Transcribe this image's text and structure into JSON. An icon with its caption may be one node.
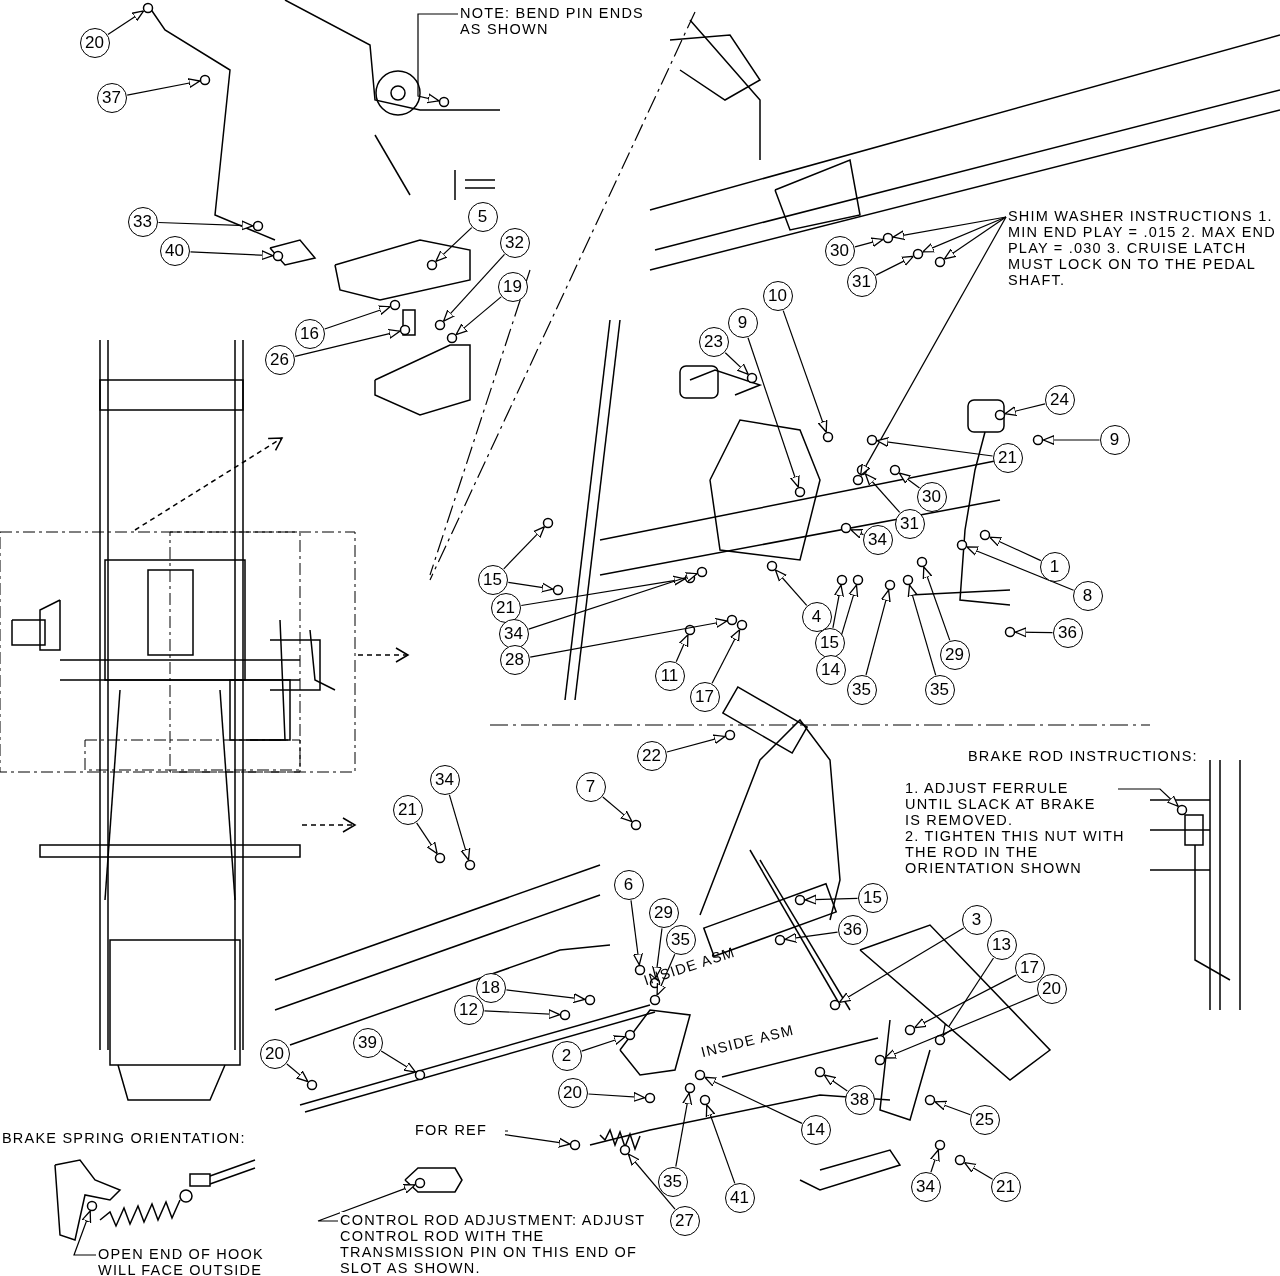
{
  "diagram": {
    "nodes": [
      {
        "text": [
          "NOTE: BEND PIN ENDS AS SHOWN"
        ]
      },
      {
        "text": [
          "20"
        ]
      },
      {
        "text": [
          "37"
        ]
      },
      {
        "text": [
          "33"
        ]
      },
      {
        "text": [
          "40"
        ]
      },
      {
        "text": [
          "5"
        ]
      },
      {
        "text": [
          "32"
        ]
      },
      {
        "text": [
          "19"
        ]
      },
      {
        "text": [
          "16"
        ]
      },
      {
        "text": [
          "26"
        ]
      },
      {
        "text": [
          "SHIM WASHER INSTRUCTIONS 1. MIN END PLAY = .015 2. MAX END PLAY = .030 3. CRUISE LATCH MUST LOCK ON TO THE PEDAL SHAFT."
        ]
      },
      {
        "text": [
          "30"
        ]
      },
      {
        "text": [
          "31"
        ]
      },
      {
        "text": [
          "10"
        ]
      },
      {
        "text": [
          "9"
        ]
      },
      {
        "text": [
          "23"
        ]
      },
      {
        "text": [
          "24"
        ]
      },
      {
        "text": [
          "9"
        ]
      },
      {
        "text": [
          "21"
        ]
      },
      {
        "text": [
          "30"
        ]
      },
      {
        "text": [
          "31"
        ]
      },
      {
        "text": [
          "34"
        ]
      },
      {
        "text": [
          "1"
        ]
      },
      {
        "text": [
          "8"
        ]
      },
      {
        "text": [
          "15"
        ]
      },
      {
        "text": [
          "21"
        ]
      },
      {
        "text": [
          "4"
        ]
      },
      {
        "text": [
          "34"
        ]
      },
      {
        "text": [
          "36"
        ]
      },
      {
        "text": [
          "15"
        ]
      },
      {
        "text": [
          "29"
        ]
      },
      {
        "text": [
          "28"
        ]
      },
      {
        "text": [
          "14"
        ]
      },
      {
        "text": [
          "11"
        ]
      },
      {
        "text": [
          "35"
        ]
      },
      {
        "text": [
          "35"
        ]
      },
      {
        "text": [
          "17"
        ]
      },
      {
        "text": [
          "22"
        ]
      },
      {
        "text": [
          "1. ADJUST FERRULE UNTIL SLACK AT BRAKE IS REMOVED."
        ]
      },
      {
        "text": [
          "34"
        ]
      },
      {
        "text": [
          "7"
        ]
      },
      {
        "text": [
          "21"
        ]
      },
      {
        "text": [
          "6"
        ]
      },
      {
        "text": [
          "15"
        ]
      },
      {
        "text": [
          "29"
        ]
      },
      {
        "text": [
          "3"
        ]
      },
      {
        "text": [
          "36"
        ]
      },
      {
        "text": [
          "35"
        ]
      },
      {
        "text": [
          "13"
        ]
      },
      {
        "text": [
          "17"
        ]
      },
      {
        "text": [
          "18"
        ]
      },
      {
        "text": [
          "20"
        ]
      },
      {
        "text": [
          "12"
        ]
      },
      {
        "text": [
          "39"
        ]
      },
      {
        "text": [
          "20"
        ]
      },
      {
        "text": [
          "2"
        ]
      },
      {
        "text": [
          "20"
        ]
      },
      {
        "text": [
          "38"
        ]
      },
      {
        "text": [
          "25"
        ]
      },
      {
        "text": [
          "14"
        ]
      },
      {
        "text": [
          "FOR REF"
        ]
      },
      {
        "text": [
          "35"
        ]
      },
      {
        "text": [
          "34"
        ]
      },
      {
        "text": [
          "21"
        ]
      },
      {
        "text": [
          "41"
        ]
      },
      {
        "text": [
          "27"
        ]
      },
      {
        "text": [
          "CONTROL ROD ADJUSTMENT: ADJUST CONTROL ROD WITH THE TRANSMISSION PIN ON THIS END OF SLOT AS SHOWN."
        ]
      },
      {
        "text": [
          "OPEN END OF HOOK WILL FACE OUTSIDE"
        ]
      },
      {
        "text": [],
        "shape": "circle"
      },
      {
        "text": [],
        "shape": "circle"
      },
      {
        "text": [],
        "shape": "circle"
      },
      {
        "text": [],
        "shape": "circle"
      },
      {
        "text": [],
        "shape": "circle"
      },
      {
        "text": [],
        "shape": "circle"
      },
      {
        "text": [],
        "shape": "circle"
      },
      {
        "text": [],
        "shape": "circle"
      },
      {
        "text": [],
        "shape": "circle"
      },
      {
        "text": [],
        "shape": "circle"
      },
      {
        "text": [],
        "shape": "circle"
      },
      {
        "text": [],
        "shape": "circle"
      },
      {
        "text": [],
        "shape": "circle"
      },
      {
        "text": [],
        "shape": "circle"
      },
      {
        "text": [],
        "shape": "circle"
      },
      {
        "text": [],
        "shape": "circle"
      },
      {
        "text": [],
        "shape": "circle"
      },
      {
        "text": [],
        "shape": "circle"
      },
      {
        "text": [],
        "shape": "circle"
      },
      {
        "text": [],
        "shape": "circle"
      },
      {
        "text": [],
        "shape": "circle"
      },
      {
        "text": [],
        "shape": "circle"
      },
      {
        "text": [],
        "shape": "circle"
      },
      {
        "text": [],
        "shape": "circle"
      },
      {
        "text": [],
        "shape": "circle"
      },
      {
        "text": [],
        "shape": "circle"
      },
      {
        "text": [],
        "shape": "circle"
      },
      {
        "text": [],
        "shape": "circle"
      },
      {
        "text": [],
        "shape": "circle"
      },
      {
        "text": [],
        "shape": "circle"
      },
      {
        "text": [],
        "shape": "circle"
      },
      {
        "text": [],
        "shape": "circle"
      },
      {
        "text": [],
        "shape": "circle"
      },
      {
        "text": [],
        "shape": "circle"
      },
      {
        "text": [],
        "shape": "circle"
      },
      {
        "text": [],
        "shape": "circle"
      },
      {
        "text": [],
        "shape": "circle"
      },
      {
        "text": [],
        "shape": "circle"
      },
      {
        "text": [],
        "shape": "circle"
      },
      {
        "text": [],
        "shape": "circle"
      },
      {
        "text": [],
        "shape": "circle"
      },
      {
        "text": [],
        "shape": "circle"
      },
      {
        "text": [],
        "shape": "circle"
      },
      {
        "text": [],
        "shape": "circle"
      },
      {
        "text": [],
        "shape": "circle"
      },
      {
        "text": [],
        "shape": "circle"
      },
      {
        "text": [],
        "shape": "circle"
      },
      {
        "text": [],
        "shape": "circle"
      },
      {
        "text": [],
        "shape": "circle"
      },
      {
        "text": [],
        "shape": "circle"
      },
      {
        "text": [],
        "shape": "circle"
      },
      {
        "text": [],
        "shape": "circle"
      },
      {
        "text": [],
        "shape": "circle"
      },
      {
        "text": [],
        "shape": "circle"
      },
      {
        "text": [],
        "shape": "circle"
      },
      {
        "text": [],
        "shape": "circle"
      },
      {
        "text": [],
        "shape": "circle"
      },
      {
        "text": [],
        "shape": "circle"
      },
      {
        "text": [],
        "shape": "circle"
      },
      {
        "text": [],
        "shape": "circle"
      },
      {
        "text": [],
        "shape": "circle"
      },
      {
        "text": [],
        "shape": "circle"
      },
      {
        "text": [],
        "shape": "circle"
      },
      {
        "text": [],
        "shape": "circle"
      },
      {
        "text": [],
        "shape": "circle"
      },
      {
        "text": [],
        "shape": "circle"
      },
      {
        "text": [],
        "shape": "circle"
      },
      {
        "text": [],
        "shape": "circle"
      },
      {
        "text": [],
        "shape": "circle"
      },
      {
        "text": [],
        "shape": "circle"
      }
    ],
    "edges": [
      {
        "from": 0,
        "to": 68,
        "arrow": "to"
      },
      {
        "from": 1,
        "to": 69,
        "arrow": "to"
      },
      {
        "from": 2,
        "to": 70,
        "arrow": "to"
      },
      {
        "from": 3,
        "to": 71,
        "arrow": "to"
      },
      {
        "from": 4,
        "to": 72,
        "arrow": "to"
      },
      {
        "from": 5,
        "to": 73,
        "arrow": "to"
      },
      {
        "from": 6,
        "to": 74,
        "arrow": "to"
      },
      {
        "from": 7,
        "to": 75,
        "arrow": "to"
      },
      {
        "from": 8,
        "to": 76,
        "arrow": "to"
      },
      {
        "from": 9,
        "to": 77,
        "arrow": "to"
      },
      {
        "from": 10,
        "to": 78,
        "arrow": "to"
      },
      {
        "from": 10,
        "to": 79,
        "arrow": "to"
      },
      {
        "from": 10,
        "to": 80,
        "arrow": "to"
      },
      {
        "from": 10,
        "to": 81,
        "arrow": "to"
      },
      {
        "from": 11,
        "to": 78,
        "arrow": "to"
      },
      {
        "from": 12,
        "to": 79,
        "arrow": "to"
      },
      {
        "from": 13,
        "to": 82,
        "arrow": "to"
      },
      {
        "from": 14,
        "to": 83,
        "arrow": "to"
      },
      {
        "from": 15,
        "to": 84,
        "arrow": "to"
      },
      {
        "from": 16,
        "to": 85,
        "arrow": "to"
      },
      {
        "from": 17,
        "to": 86,
        "arrow": "to"
      },
      {
        "from": 18,
        "to": 87,
        "arrow": "to"
      },
      {
        "from": 19,
        "to": 88,
        "arrow": "to"
      },
      {
        "from": 20,
        "to": 89,
        "arrow": "to"
      },
      {
        "from": 21,
        "to": 90,
        "arrow": "to"
      },
      {
        "from": 22,
        "to": 91,
        "arrow": "to"
      },
      {
        "from": 23,
        "to": 92,
        "arrow": "to"
      },
      {
        "from": 24,
        "to": 93,
        "arrow": "to"
      },
      {
        "from": 24,
        "to": 94,
        "arrow": "to"
      },
      {
        "from": 25,
        "to": 95,
        "arrow": "to"
      },
      {
        "from": 26,
        "to": 96,
        "arrow": "to"
      },
      {
        "from": 27,
        "to": 97,
        "arrow": "to"
      },
      {
        "from": 28,
        "to": 98,
        "arrow": "to"
      },
      {
        "from": 29,
        "to": 99,
        "arrow": "to"
      },
      {
        "from": 30,
        "to": 100,
        "arrow": "to"
      },
      {
        "from": 31,
        "to": 101,
        "arrow": "to"
      },
      {
        "from": 32,
        "to": 102,
        "arrow": "to"
      },
      {
        "from": 33,
        "to": 103,
        "arrow": "to"
      },
      {
        "from": 34,
        "to": 104,
        "arrow": "to"
      },
      {
        "from": 35,
        "to": 105,
        "arrow": "to"
      },
      {
        "from": 36,
        "to": 106,
        "arrow": "to"
      },
      {
        "from": 37,
        "to": 107,
        "arrow": "to"
      },
      {
        "from": 38,
        "to": 108,
        "arrow": "to"
      },
      {
        "from": 39,
        "to": 109,
        "arrow": "to"
      },
      {
        "from": 40,
        "to": 110,
        "arrow": "to"
      },
      {
        "from": 41,
        "to": 111,
        "arrow": "to"
      },
      {
        "from": 42,
        "to": 112,
        "arrow": "to"
      },
      {
        "from": 43,
        "to": 113,
        "arrow": "to"
      },
      {
        "from": 44,
        "to": 114,
        "arrow": "to"
      },
      {
        "from": 45,
        "to": 115,
        "arrow": "to"
      },
      {
        "from": 46,
        "to": 116,
        "arrow": "to"
      },
      {
        "from": 47,
        "to": 117,
        "arrow": "to"
      },
      {
        "from": 48,
        "to": 118,
        "arrow": "to"
      },
      {
        "from": 49,
        "to": 119,
        "arrow": "to"
      },
      {
        "from": 50,
        "to": 120,
        "arrow": "to"
      },
      {
        "from": 51,
        "to": 121,
        "arrow": "to"
      },
      {
        "from": 52,
        "to": 122,
        "arrow": "to"
      },
      {
        "from": 53,
        "to": 123,
        "arrow": "to"
      },
      {
        "from": 54,
        "to": 124,
        "arrow": "to"
      },
      {
        "from": 55,
        "to": 125,
        "arrow": "to"
      },
      {
        "from": 56,
        "to": 126,
        "arrow": "to"
      },
      {
        "from": 57,
        "to": 127,
        "arrow": "to"
      },
      {
        "from": 58,
        "to": 128,
        "arrow": "to"
      },
      {
        "from": 59,
        "to": 129,
        "arrow": "to"
      },
      {
        "from": 60,
        "to": 130,
        "arrow": "to"
      },
      {
        "from": 61,
        "to": 131,
        "arrow": "to"
      },
      {
        "from": 62,
        "to": 132,
        "arrow": "to"
      },
      {
        "from": 63,
        "to": 133,
        "arrow": "to"
      },
      {
        "from": 64,
        "to": 134,
        "arrow": "to"
      },
      {
        "from": 65,
        "to": 135,
        "arrow": "to"
      },
      {
        "from": 66,
        "to": 136,
        "arrow": "to"
      },
      {
        "from": 67,
        "to": 137,
        "arrow": "to"
      }
    ],
    "labels": [
      "BRAKE ROD INSTRUCTIONS:",
      "2. TIGHTEN THIS NUT WITH THE ROD IN THE ORIENTATION SHOWN",
      "INSIDE ASM",
      "INSIDE ASM",
      "BRAKE SPRING ORIENTATION:"
    ]
  }
}
